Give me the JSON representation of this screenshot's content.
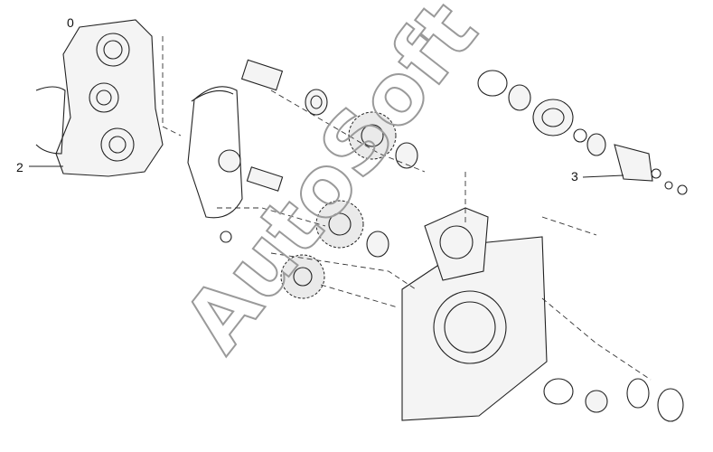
{
  "callouts": [
    {
      "id": "0",
      "text": "0"
    },
    {
      "id": "2",
      "text": "2"
    },
    {
      "id": "3",
      "text": "3"
    }
  ],
  "watermark": {
    "text": "AutoSoft"
  },
  "colors": {
    "ink": "#222222",
    "background": "#ffffff",
    "watermark": "#9a9a9a"
  }
}
